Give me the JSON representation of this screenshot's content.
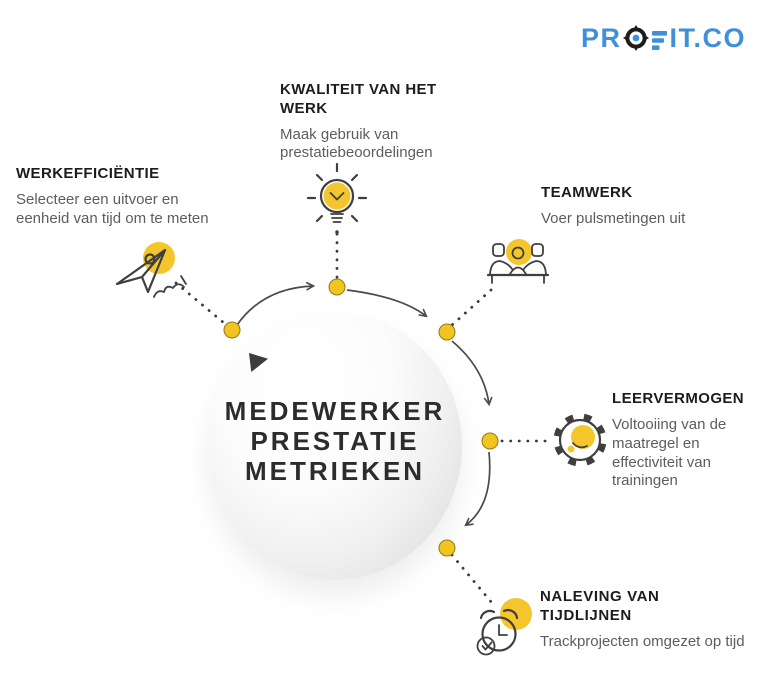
{
  "logo": {
    "prefix": "PR",
    "suffix": "IT.CO",
    "brand_blue": "#3F90D8",
    "target_black": "#1d1d1d"
  },
  "center": {
    "line1": "MEDEWERKER",
    "line2": "PRESTATIE",
    "line3": "METRIEKEN"
  },
  "sections": {
    "werkefficientie": {
      "title": "WERKEFFICIËNTIE",
      "description": "Selecteer een uitvoer en eenheid van tijd om te meten"
    },
    "kwaliteit": {
      "title": "KWALITEIT VAN HET WERK",
      "description": "Maak gebruik van prestatiebeoordelingen"
    },
    "teamwerk": {
      "title": "TEAMWERK",
      "description": "Voer pulsmetingen uit"
    },
    "leervermogen": {
      "title": "LEERVERMOGEN",
      "description": "Voltooiing van de maatregel en effectiviteit van trainingen"
    },
    "naleving": {
      "title": "NALEVING VAN TIJDLIJNEN",
      "description": "Trackprojecten omgezet op tijd"
    }
  },
  "colors": {
    "accent_yellow": "#F2C41F",
    "logo_blue": "#3F90D8",
    "title_text": "#1C1C1C",
    "body_text": "#5D5D5D",
    "connector": "#4A4A4A"
  },
  "icons": [
    "rocket-icon",
    "lightbulb-icon",
    "team-meeting-icon",
    "gear-icon",
    "alarm-clock-icon",
    "target-logo-icon"
  ]
}
